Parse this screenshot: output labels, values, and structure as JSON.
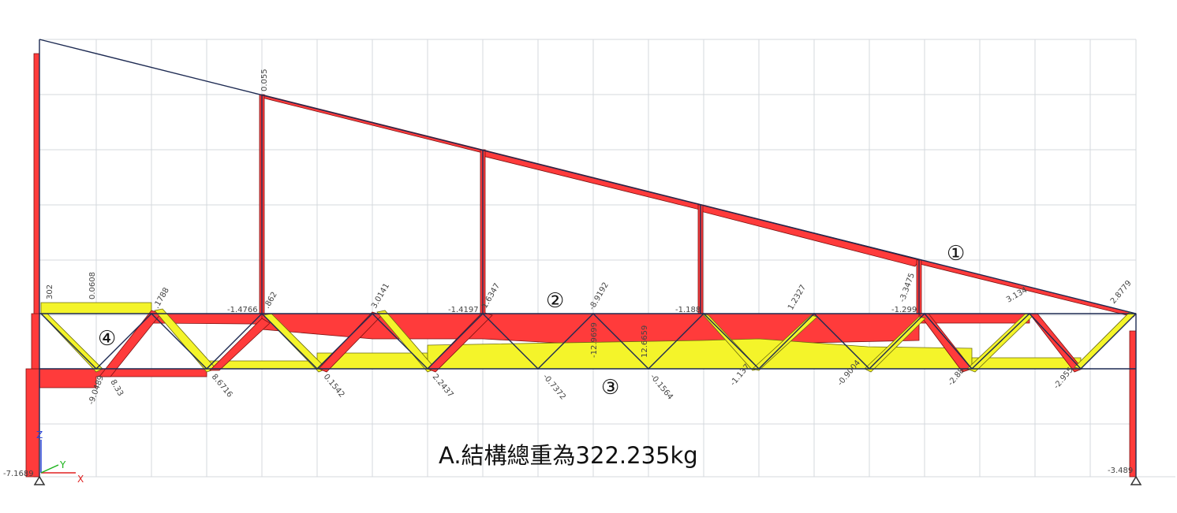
{
  "caption": "A.結構總重為322.235kg",
  "markers": [
    "①",
    "②",
    "③",
    "④"
  ],
  "axes": {
    "z": "Z",
    "y": "Y",
    "x": "X"
  },
  "force_labels": {
    "top_vertical_1": "0.055",
    "p1_left": "0.0608",
    "p1_far_left": "302",
    "p2": ".1788",
    "p3": "-1.4766",
    "p4": ".862",
    "p5": "3.0141",
    "p6": "-1.4197",
    "p7": "1.6347",
    "p8": "-8.9192",
    "p9": "-12.9699",
    "p10": "12.6659",
    "p11": "-1.188",
    "p12": "1.2327",
    "p13": "-1.299",
    "p14": "-3.3475",
    "p15": "3.134",
    "p16": "2.8779",
    "b1": "-9.0489",
    "b2": "8.33",
    "b3": "8.6716",
    "b4": "0.1542",
    "b5": "2.2437",
    "b6": "-0.7372",
    "b7": "-0.1564",
    "b8": "-1.137",
    "b9": "-0.9004",
    "b10": "-2.88",
    "b11": "-2.955",
    "support_left": "-7.1689",
    "support_right": "-3.489"
  },
  "colors": {
    "compression": "#ff3b3b",
    "tension": "#f4f42a",
    "grid": "#d4d9de",
    "member": "#1d2a52"
  }
}
